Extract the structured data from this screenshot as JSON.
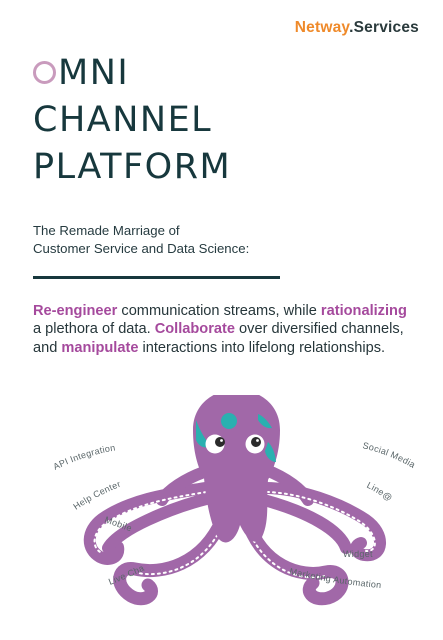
{
  "brand": {
    "part1": "Netway",
    "part2": ".Services"
  },
  "title": {
    "first_letter": "O",
    "line1_rest": "MNI",
    "line2": "CHANNEL",
    "line3": "PLATFORM"
  },
  "subtitle": {
    "line1": "The Remade Marriage of",
    "line2": "Customer Service and Data Science:"
  },
  "body": {
    "hl1": "Re-engineer",
    "t1": " communication streams, while ",
    "hl2": "rationalizing",
    "t2": " a plethora of data. ",
    "hl3": "Collaborate",
    "t3": " over diversified channels, and ",
    "hl4": "manipulate",
    "t4": " interactions into lifelong relationships."
  },
  "channels": {
    "api": "API Integration",
    "help": "Help Center",
    "mobile": "Mobile",
    "livechat": "Live Chat",
    "social": "Social Media",
    "line": "Line@",
    "widget": "Widget",
    "marketing": "Marketing Automation"
  },
  "colors": {
    "octopus": "#a168a8",
    "spots": "#2ab0b0",
    "accent_text": "#a54a9d",
    "brand_orange": "#ef8a2a"
  }
}
